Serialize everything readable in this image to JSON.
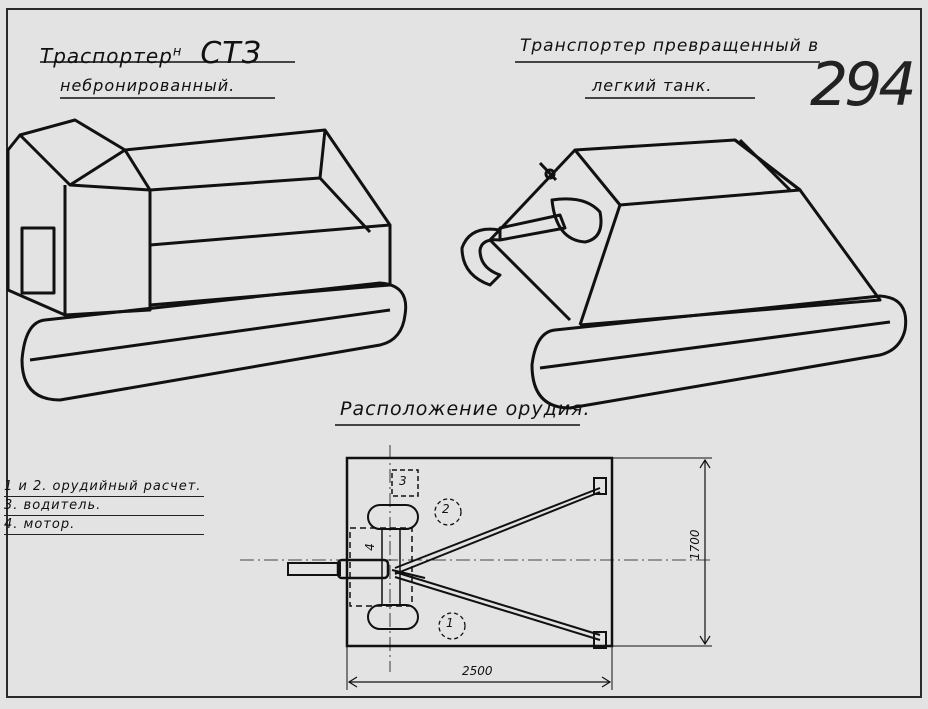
{
  "left_title": {
    "line1_prefix": "Траспортер",
    "line1_insert": "н",
    "line1_name": "СТЗ",
    "line2": "небронированный."
  },
  "right_title": {
    "line1": "Транспортер превращенный в",
    "line2": "легкий танк."
  },
  "folio_number": "294",
  "section_title": "Расположение орудия.",
  "legend": [
    "1 и 2. орудийный расчет.",
    "3. водитель.",
    "4. мотор."
  ],
  "plan_labels": {
    "pos1": "1",
    "pos2": "2",
    "pos3": "3",
    "pos4": "4"
  },
  "dimensions": {
    "length": "2500",
    "width": "1700"
  },
  "colors": {
    "paper": "#e3e3e3",
    "ink": "#111111"
  }
}
